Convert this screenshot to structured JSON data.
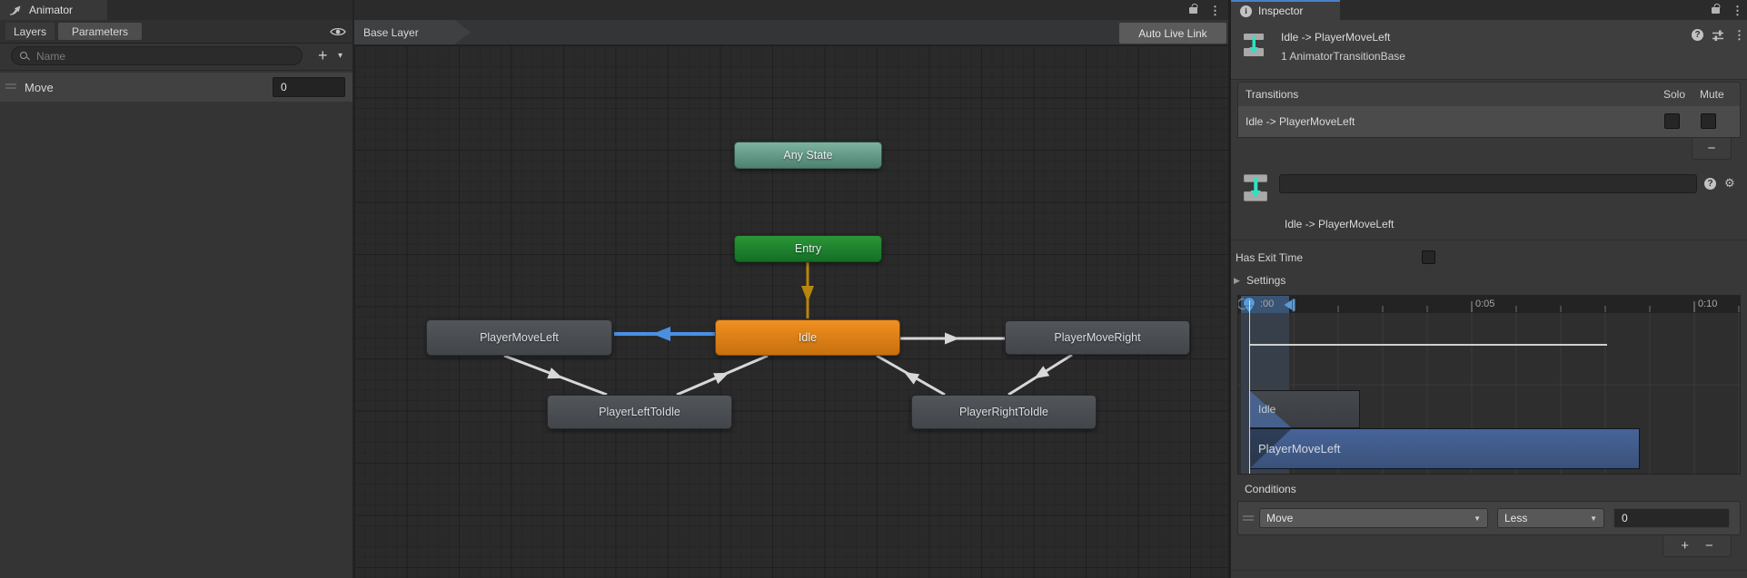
{
  "colors": {
    "accent_blue": "#4a90e2",
    "selected_transition_arrow": "#4a90e2",
    "entry_arrow": "#b8860b",
    "any_state_node": "#6aa18c",
    "entry_node": "#1e8a2e",
    "default_state_node": "#e08418",
    "state_node": "#4a4e52",
    "timeline_bar_blue": "#44608c",
    "inspector_tab_highlight": "#4682c8"
  },
  "icons": {
    "kebab": "⋮",
    "gear": "⚙",
    "caret": "▼",
    "search_caret": "▾",
    "collapsed": "▶",
    "help": "?",
    "info": "i"
  },
  "animator_window": {
    "tab_title": "Animator",
    "toolbar": {
      "layers_tab": "Layers",
      "parameters_tab": "Parameters",
      "selected_tab": "Parameters"
    },
    "search": {
      "placeholder": "Name"
    },
    "add_button": "+",
    "parameters": [
      {
        "name": "Move",
        "value": "0"
      }
    ]
  },
  "graph": {
    "breadcrumb": "Base Layer",
    "auto_live_link_button": "Auto Live Link",
    "nodes": [
      {
        "label": "Any State",
        "type": "any_state"
      },
      {
        "label": "Entry",
        "type": "entry"
      },
      {
        "label": "Idle",
        "type": "default_state"
      },
      {
        "label": "PlayerMoveLeft",
        "type": "state"
      },
      {
        "label": "PlayerMoveRight",
        "type": "state"
      },
      {
        "label": "PlayerLeftToIdle",
        "type": "state"
      },
      {
        "label": "PlayerRightToIdle",
        "type": "state"
      }
    ],
    "transitions": [
      {
        "from": "Entry",
        "to": "Idle"
      },
      {
        "from": "Idle",
        "to": "PlayerMoveLeft",
        "selected": true
      },
      {
        "from": "Idle",
        "to": "PlayerMoveRight"
      },
      {
        "from": "PlayerMoveLeft",
        "to": "PlayerLeftToIdle"
      },
      {
        "from": "PlayerLeftToIdle",
        "to": "Idle"
      },
      {
        "from": "PlayerMoveRight",
        "to": "PlayerRightToIdle"
      },
      {
        "from": "PlayerRightToIdle",
        "to": "Idle"
      }
    ]
  },
  "inspector": {
    "tab_title": "Inspector",
    "header": {
      "title": "Idle -> PlayerMoveLeft",
      "subtitle": "1 AnimatorTransitionBase"
    },
    "transitions_list": {
      "section_title": "Transitions",
      "solo_label": "Solo",
      "mute_label": "Mute",
      "rows": [
        {
          "label": "Idle -> PlayerMoveLeft",
          "solo": false,
          "mute": false
        }
      ],
      "remove_button": "−"
    },
    "detail": {
      "name_value": "",
      "title": "Idle -> PlayerMoveLeft"
    },
    "has_exit_time": {
      "label": "Has Exit Time",
      "checked": false
    },
    "settings": {
      "label": "Settings",
      "expanded": false
    },
    "timeline": {
      "ruler_labels": [
        ":00",
        "0:05",
        "0:10"
      ],
      "bars": [
        {
          "label": "Idle"
        },
        {
          "label": "PlayerMoveLeft"
        }
      ]
    },
    "conditions": {
      "section_title": "Conditions",
      "rows": [
        {
          "parameter": "Move",
          "comparison": "Less",
          "value": "0"
        }
      ],
      "add_button": "+",
      "remove_button": "−"
    }
  }
}
